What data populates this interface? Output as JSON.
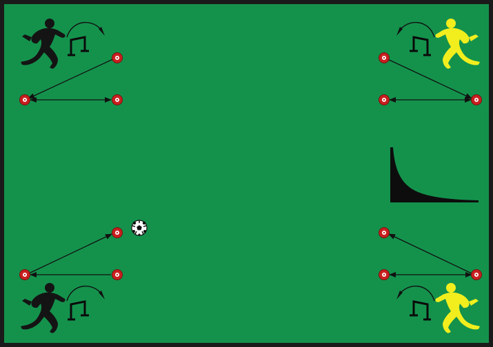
{
  "diagram": {
    "kind": "soccer-drill-field",
    "colors": {
      "field": "#14924c",
      "border": "#1a1a1a",
      "cone_outer": "#c8201f",
      "cone_inner": "#ffffff",
      "arrow": "#111111",
      "team_a": "#141414",
      "team_b": "#f2ee1e",
      "hurdle": "#0a0a0a",
      "slope_shape": "#0d0d0d"
    },
    "stations": [
      {
        "id": "top-left",
        "player_team": "team_a",
        "hurdle": true,
        "cones": 3,
        "passing_lines": 2,
        "jump_arrow": true
      },
      {
        "id": "top-right",
        "player_team": "team_b",
        "hurdle": true,
        "cones": 3,
        "passing_lines": 2,
        "jump_arrow": true
      },
      {
        "id": "bottom-left",
        "player_team": "team_a",
        "hurdle": true,
        "cones": 3,
        "passing_lines": 2,
        "jump_arrow": true
      },
      {
        "id": "bottom-right",
        "player_team": "team_b",
        "hurdle": true,
        "cones": 3,
        "passing_lines": 2,
        "jump_arrow": true
      }
    ],
    "ball": {
      "icon": "soccer-ball-icon"
    },
    "decay_shape": {
      "icon": "decay-curve-icon"
    }
  }
}
